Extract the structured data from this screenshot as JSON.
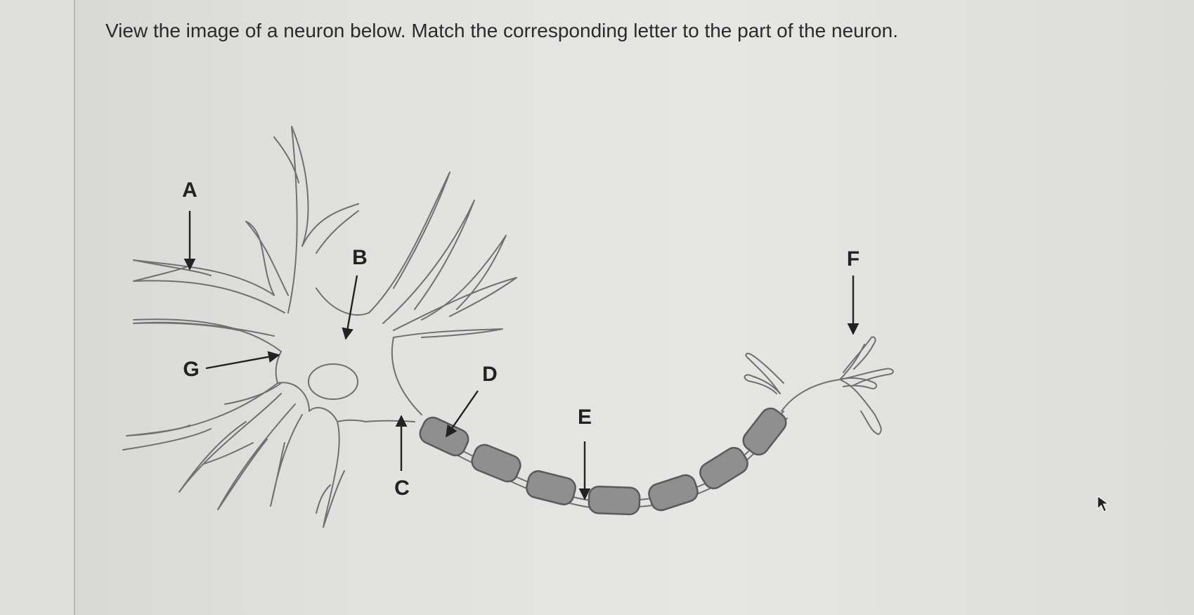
{
  "question": {
    "text": "View the image of a neuron below. Match the corresponding letter to the part of the neuron."
  },
  "diagram": {
    "labels": {
      "a": "A",
      "b": "B",
      "c": "C",
      "d": "D",
      "e": "E",
      "f": "F",
      "g": "G"
    }
  },
  "icons": {
    "cursor": "mouse-pointer-icon"
  }
}
